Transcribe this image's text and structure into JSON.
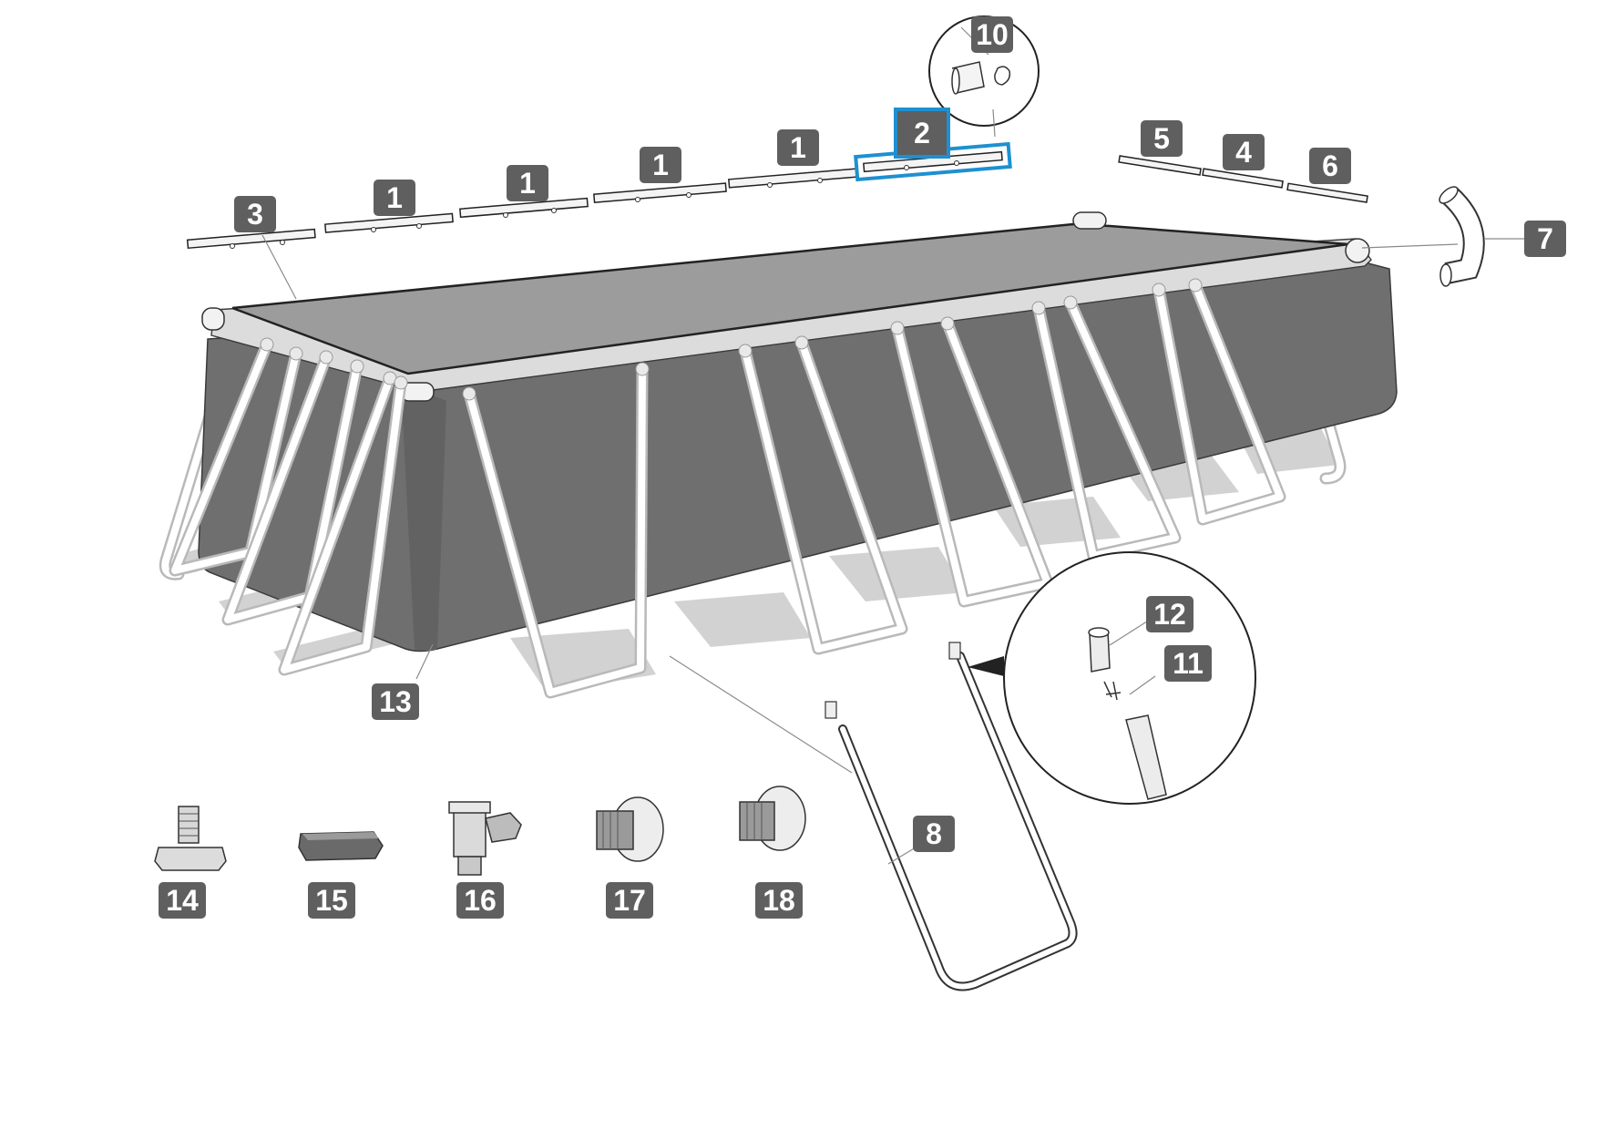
{
  "diagram": {
    "badge_color": "#5f5f5f",
    "highlight_color": "#1e90d0",
    "water_color": "#9c9c9c",
    "wall_color": "#6f6f6f",
    "labels": {
      "p1a": "1",
      "p1b": "1",
      "p1c": "1",
      "p1d": "1",
      "p2": "2",
      "p3": "3",
      "p4": "4",
      "p5": "5",
      "p6": "6",
      "p7": "7",
      "p8": "8",
      "p10": "10",
      "p11": "11",
      "p12": "12",
      "p13": "13",
      "p14": "14",
      "p15": "15",
      "p16": "16",
      "p17": "17",
      "p18": "18"
    }
  }
}
